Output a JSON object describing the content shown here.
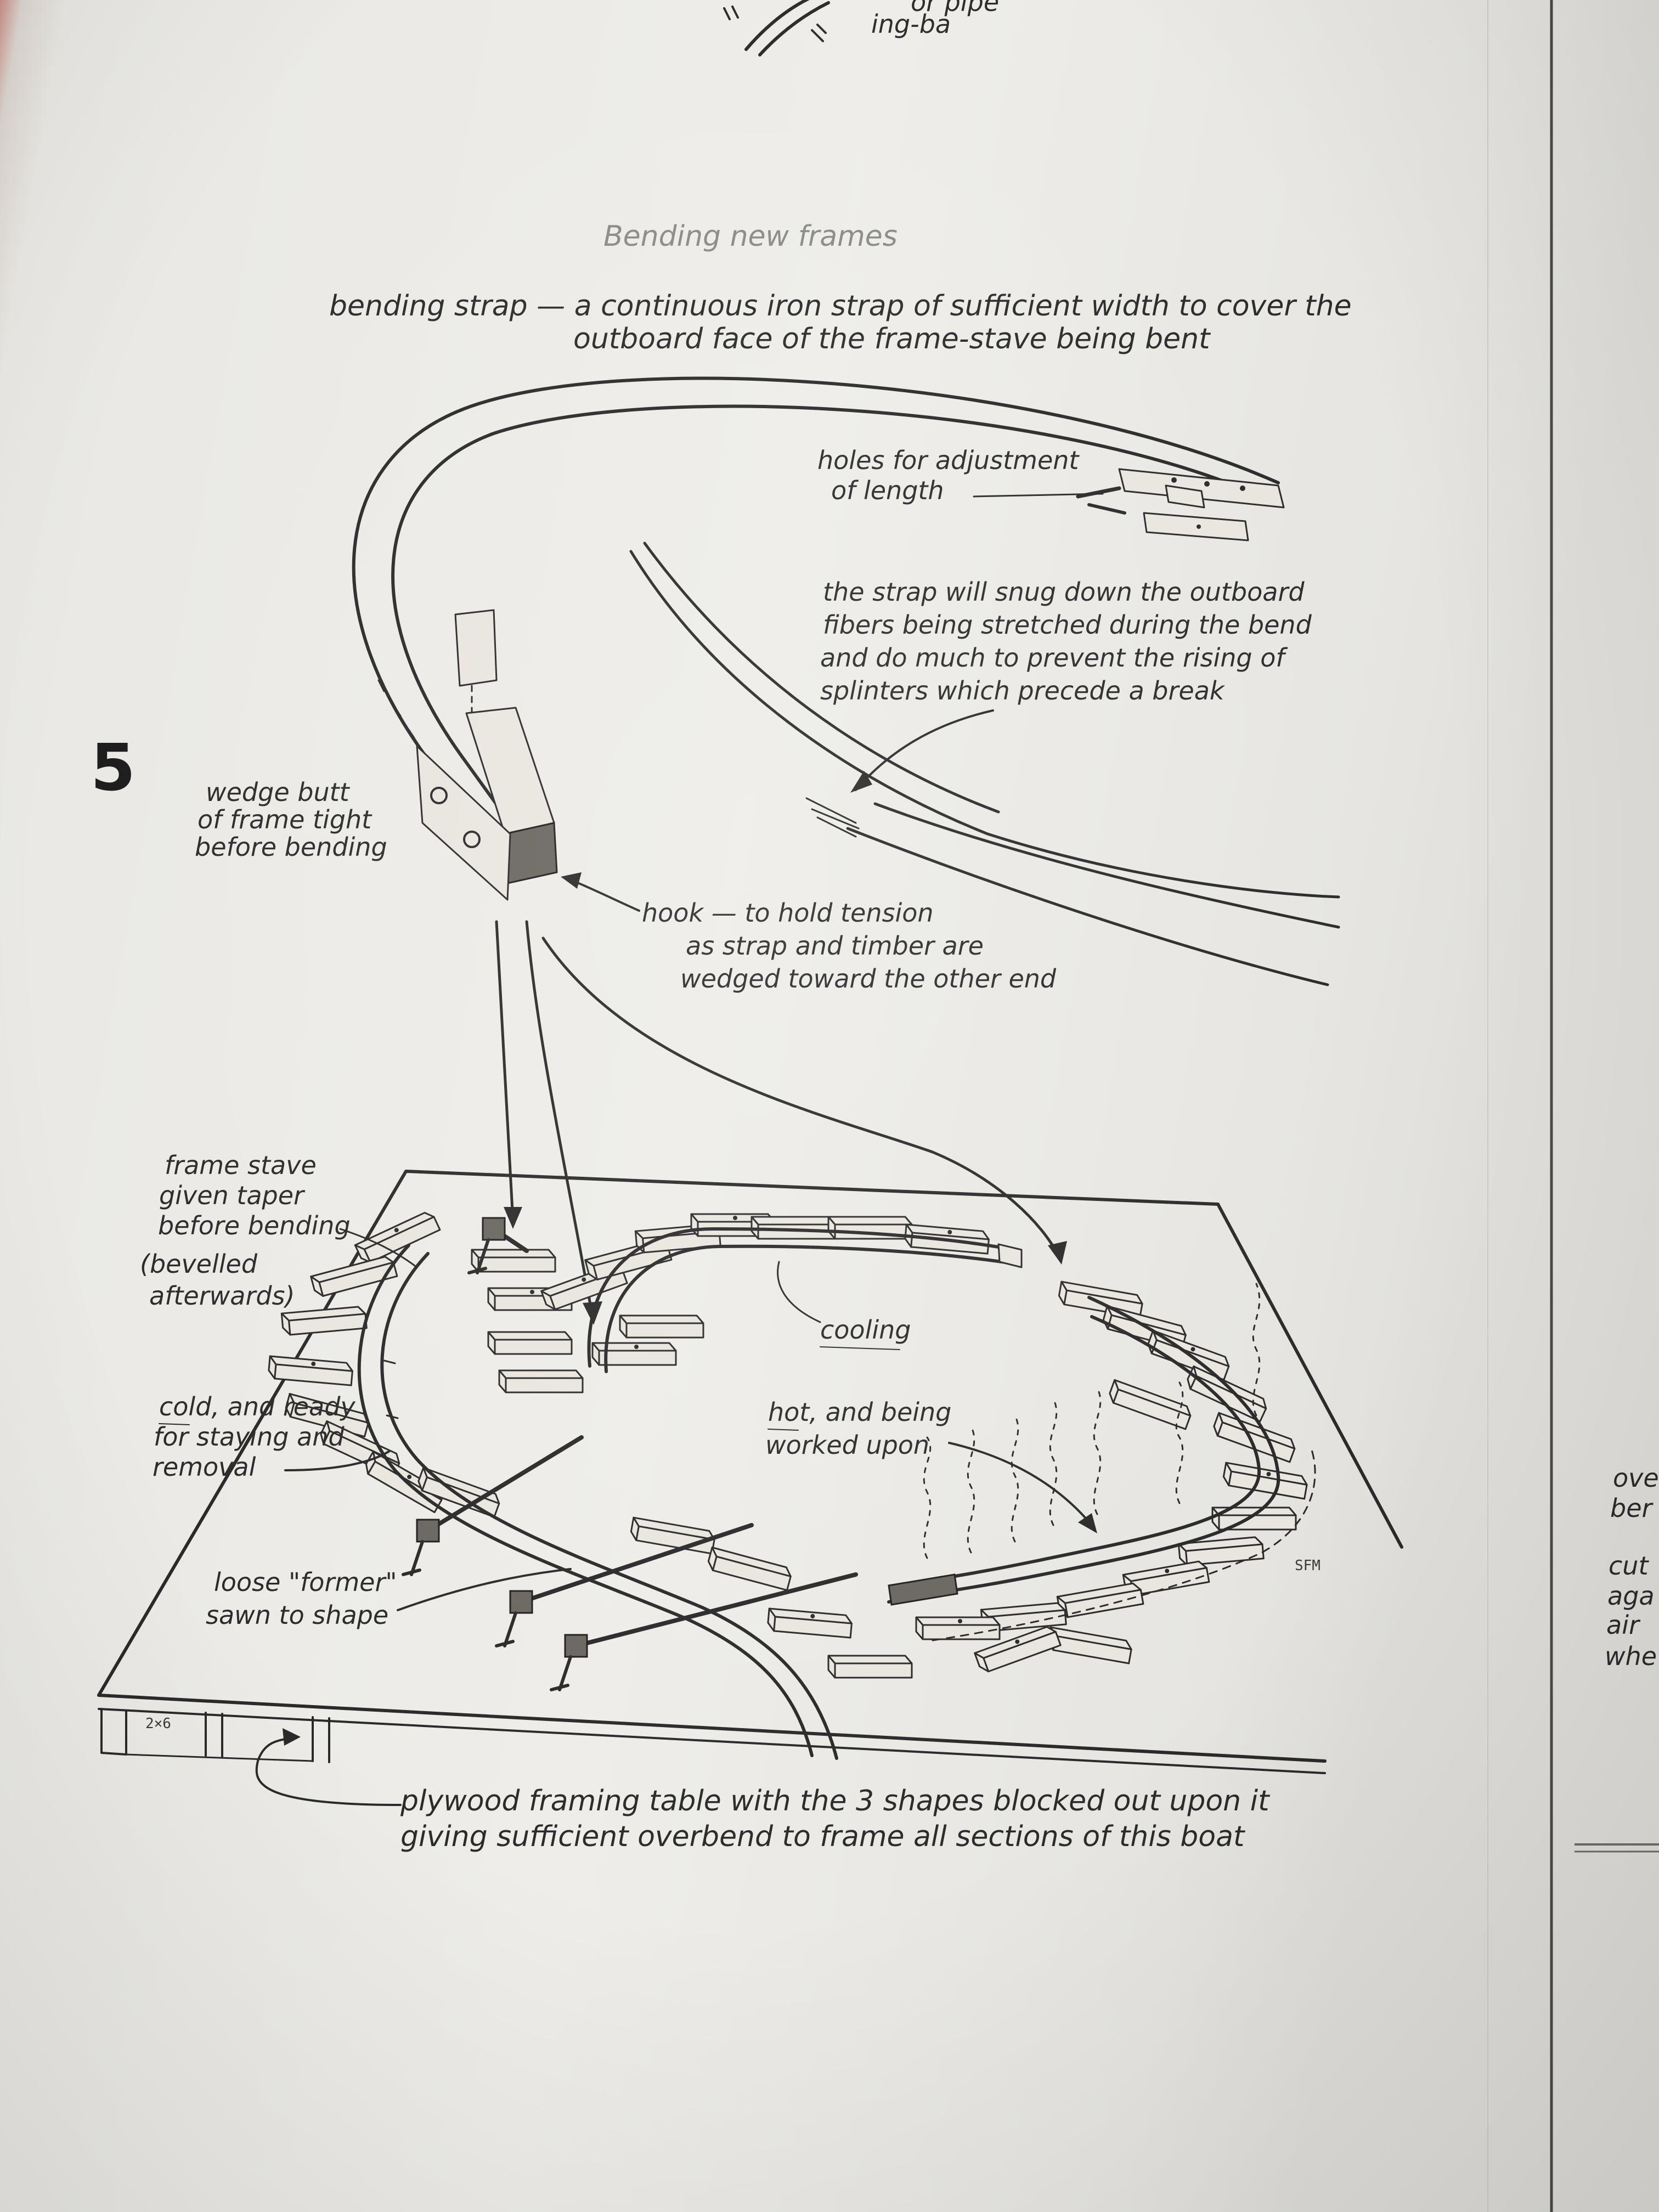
{
  "top_fragment": {
    "text": "ing-ba",
    "text2": "or pipe"
  },
  "heading": {
    "text": "Bending new frames"
  },
  "figure_number": "5",
  "labels": {
    "bending_strap_1": "bending strap — a continuous iron strap of sufficient width to cover the",
    "bending_strap_2": "outboard face of the frame-stave being bent",
    "holes_1": "holes for adjustment",
    "holes_2": "of length",
    "strap_note_1": "the strap will snug down the outboard",
    "strap_note_2": "fibers being stretched during the bend",
    "strap_note_3": "and do much to prevent the rising of",
    "strap_note_4": "splinters which precede a break",
    "wedge_1": "wedge butt",
    "wedge_2": "of frame tight",
    "wedge_3": "before bending",
    "hook_1": "hook — to hold tension",
    "hook_2": "as strap and timber are",
    "hook_3": "wedged toward the other end",
    "frame_stave_1": "frame stave",
    "frame_stave_2": "given taper",
    "frame_stave_3": "before bending",
    "frame_stave_4": "(bevelled",
    "frame_stave_5": "afterwards)",
    "cooling": "cooling",
    "hot_1": "hot, and being",
    "hot_2": "worked upon",
    "cold_1": "cold, and ready",
    "cold_2": "for staying and",
    "cold_3": "removal",
    "former_1": "loose \"former\"",
    "former_2": "sawn to shape",
    "lumber": "2×6",
    "signature": "SFM",
    "plywood_1": "plywood framing table with the 3 shapes blocked out upon it",
    "plywood_2": "giving sufficient overbend to frame all sections of this boat"
  },
  "right_page_fragments": [
    "ove",
    "ber",
    "cut",
    "aga",
    "air",
    "whe"
  ],
  "colors": {
    "paper": "#eeede9",
    "ink": "#2a2a2a",
    "margin_tint": "#c98f86"
  }
}
